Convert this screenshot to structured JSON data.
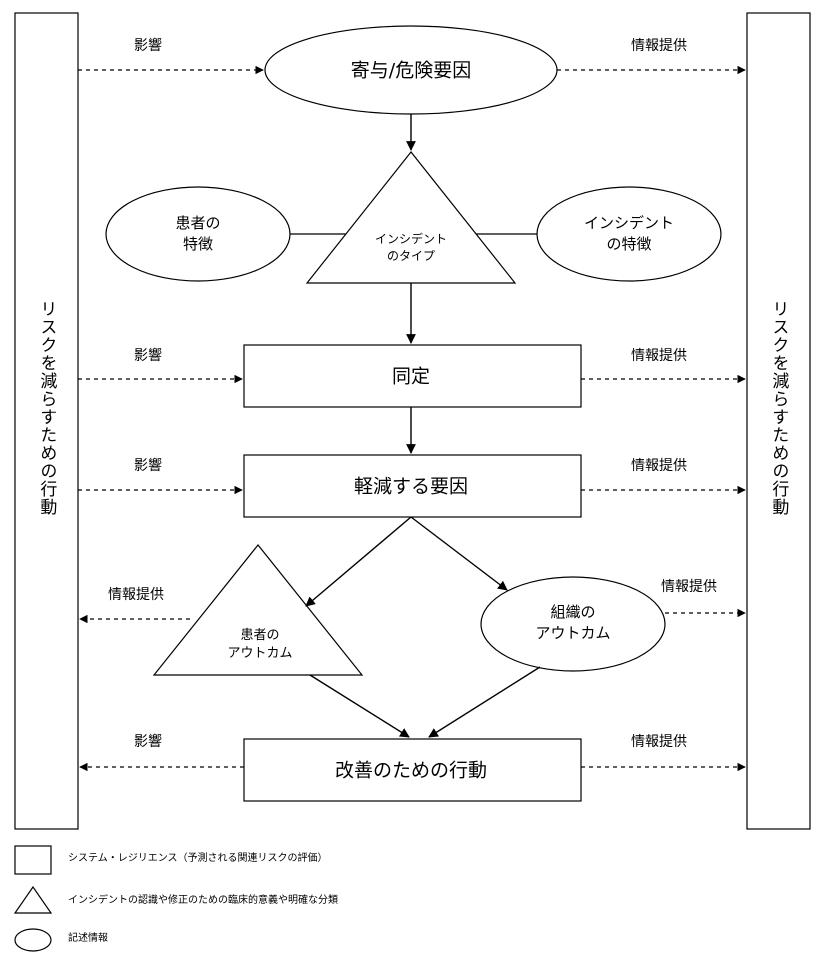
{
  "side_columns": {
    "left_label": "リスクを減らすための行動",
    "right_label": "リスクを減らすための行動"
  },
  "nodes": {
    "contributing_factors": "寄与/危険要因",
    "incident_type_line1": "インシデント",
    "incident_type_line2": "のタイプ",
    "patient_characteristics_line1": "患者の",
    "patient_characteristics_line2": "特徴",
    "incident_characteristics_line1": "インシデント",
    "incident_characteristics_line2": "の特徴",
    "detection": "同定",
    "mitigating_factors": "軽減する要因",
    "patient_outcome_line1": "患者の",
    "patient_outcome_line2": "アウトカム",
    "organizational_outcome_line1": "組織の",
    "organizational_outcome_line2": "アウトカム",
    "ameliorating_actions": "改善のための行動"
  },
  "edge_labels": {
    "influence": "影響",
    "informs": "情報提供"
  },
  "legend": {
    "rectangle": "システム・レジリエンス（予測される関連リスクの評価）",
    "triangle": "インシデントの認識や修正のための臨床的意義や明確な分類",
    "ellipse": "記述情報"
  }
}
